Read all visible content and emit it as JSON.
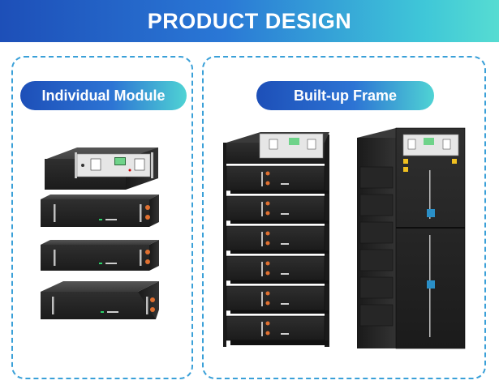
{
  "header": {
    "title": "PRODUCT DESIGN"
  },
  "left_panel": {
    "title": "Individual Module"
  },
  "right_panel": {
    "title": "Built-up Frame"
  },
  "colors": {
    "accent_blue": "#1d4fb8",
    "accent_cyan": "#4fd3d4",
    "dashed_border": "#3aa0d8",
    "module_body": "#2a2a2a",
    "led_green": "#2bd46a",
    "terminal_orange": "#e07030"
  }
}
